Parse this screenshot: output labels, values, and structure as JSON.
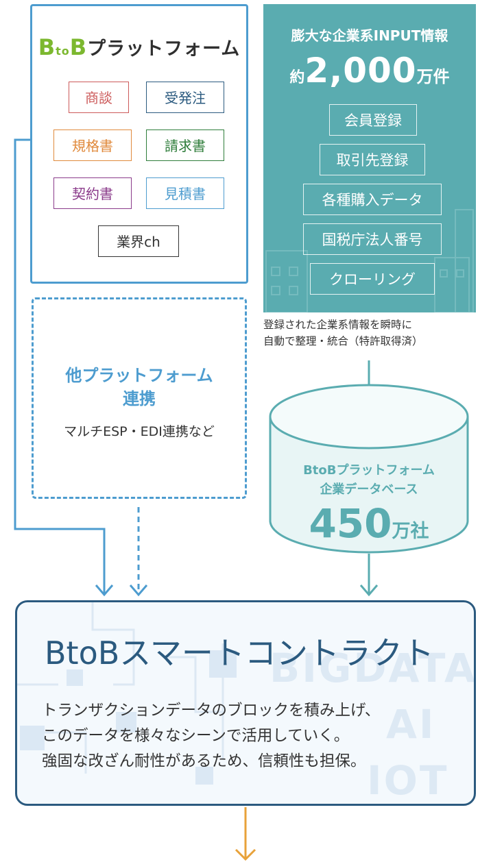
{
  "platform": {
    "logo": {
      "b1": "B",
      "to": "to",
      "b2": "B",
      "name": "プラットフォーム"
    },
    "services": [
      {
        "label": "商談",
        "color": "#cc5a5a"
      },
      {
        "label": "受発注",
        "color": "#2b5a7f"
      },
      {
        "label": "規格書",
        "color": "#e08a3c"
      },
      {
        "label": "請求書",
        "color": "#2e7d3a"
      },
      {
        "label": "契約書",
        "color": "#8a3a8a"
      },
      {
        "label": "見積書",
        "color": "#4d9ccf"
      },
      {
        "label": "業界ch",
        "color": "#333333"
      }
    ]
  },
  "input_panel": {
    "title": "膨大な企業系INPUT情報",
    "count_prefix": "約",
    "count_value": "2,000",
    "count_suffix": "万件",
    "sources": [
      "会員登録",
      "取引先登録",
      "各種購入データ",
      "国税庁法人番号",
      "クローリング"
    ],
    "color": "#5aacb0"
  },
  "caption": {
    "line1": "登録された企業系情報を瞬時に",
    "line2": "自動で整理・統合（特許取得済）"
  },
  "other_platform": {
    "title_line1": "他プラットフォーム",
    "title_line2": "連携",
    "subtitle": "マルチESP・EDI連携など"
  },
  "database": {
    "label_line1": "BtoBプラットフォーム",
    "label_line2": "企業データベース",
    "count_value": "450",
    "count_suffix": "万社"
  },
  "contract": {
    "title": "BtoBスマートコントラクト",
    "desc_line1": "トランザクションデータのブロックを積み上げ、",
    "desc_line2": "このデータを様々なシーンで活用していく。",
    "desc_line3": "強固な改ざん耐性があるため、信頼性も担保。",
    "bg_words": [
      "BIGDATA",
      "AI",
      "IOT"
    ]
  },
  "colors": {
    "blue": "#4d9ccf",
    "teal": "#5aacb0",
    "navy": "#2b5a7f",
    "orange": "#e8a23a"
  }
}
